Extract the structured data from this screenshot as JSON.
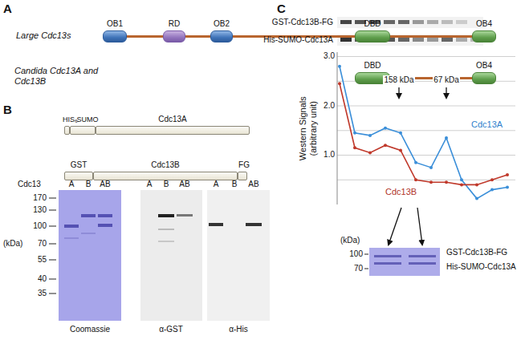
{
  "diagram": {
    "nodes": [
      {
        "text": [
          "OB1"
        ]
      },
      {
        "text": [
          "RD"
        ]
      },
      {
        "text": [
          "OB2"
        ]
      },
      {
        "text": [
          "DBD"
        ]
      },
      {
        "text": [
          "OB4"
        ]
      },
      {
        "text": [
          "DBD"
        ]
      },
      {
        "text": [
          "OB4"
        ]
      },
      {
        "text": [
          "HIS₆"
        ]
      },
      {
        "text": [
          "SUMO"
        ]
      },
      {
        "text": [
          "Cdc13A"
        ]
      },
      {
        "text": [
          "GST"
        ]
      },
      {
        "text": [
          "Cdc13B"
        ]
      },
      {
        "text": [
          "FG"
        ]
      }
    ],
    "edges": [
      {
        "from": 0,
        "to": 1,
        "arrow": "none"
      },
      {
        "from": 1,
        "to": 2,
        "arrow": "none"
      },
      {
        "from": 2,
        "to": 3,
        "arrow": "none"
      },
      {
        "from": 3,
        "to": 4,
        "arrow": "none"
      },
      {
        "from": 5,
        "to": 6,
        "arrow": "none"
      }
    ],
    "labels": [
      "A",
      "Large Cdc13s",
      "Candida Cdc13A and Cdc13B",
      "B",
      "Cdc13",
      "A",
      "B",
      "AB",
      "A",
      "B",
      "AB",
      "A",
      "B",
      "AB",
      "170",
      "130",
      "100",
      "70",
      "55",
      "40",
      "35",
      "(kDa)",
      "Coomassie",
      "α-GST",
      "α-His",
      "C",
      "GST-Cdc13B-FG",
      "His-SUMO-Cdc13A",
      "158 kDa",
      "67 kDa",
      "3.0",
      "2.0",
      "1.0",
      "Western Signals (arbitrary unit)",
      "Cdc13A",
      "Cdc13B",
      "(kDa)",
      "100",
      "70",
      "GST-Cdc13B-FG",
      "His-SUMO-Cdc13A"
    ]
  }
}
